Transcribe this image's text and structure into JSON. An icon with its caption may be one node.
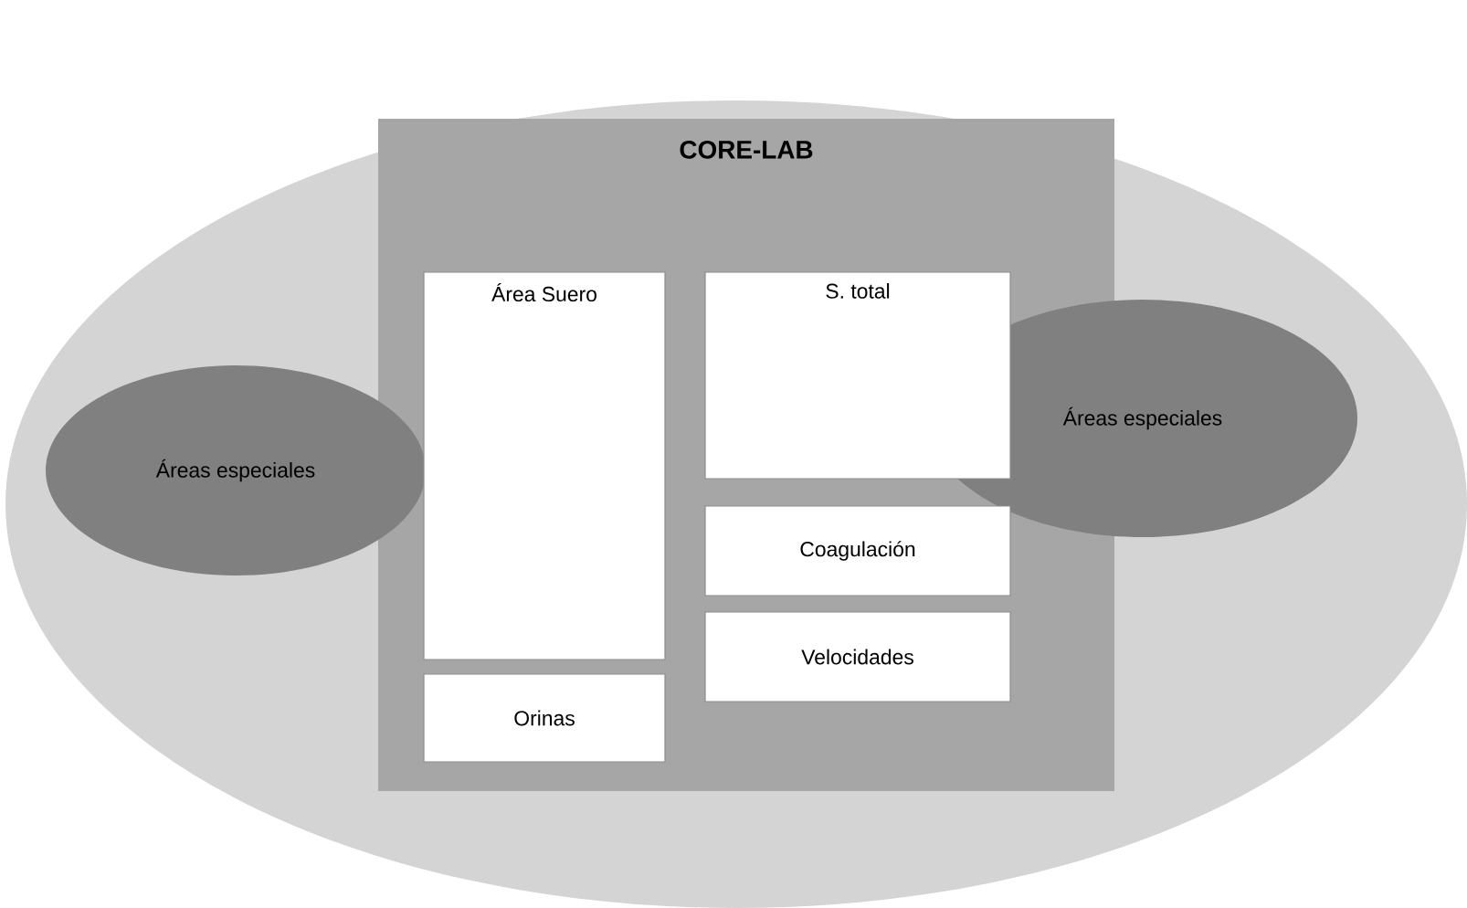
{
  "diagram": {
    "nodes": [
      {
        "text": [],
        "shape": "ellipse"
      },
      {
        "text": [
          "CORE-LAB"
        ],
        "in": 0
      },
      {
        "text": [
          "Áreas especiales"
        ],
        "in": 0
      },
      {
        "text": [
          "Área Suero"
        ],
        "in": 1
      },
      {
        "text": [
          "Orinas"
        ],
        "in": 1
      },
      {
        "text": [
          "S. total"
        ],
        "in": 1
      },
      {
        "text": [
          "Áreas especiales"
        ],
        "in": 0
      },
      {
        "text": [
          "Coagulación"
        ],
        "in": 1
      },
      {
        "text": [
          "Velocidades"
        ],
        "in": 1
      }
    ]
  }
}
